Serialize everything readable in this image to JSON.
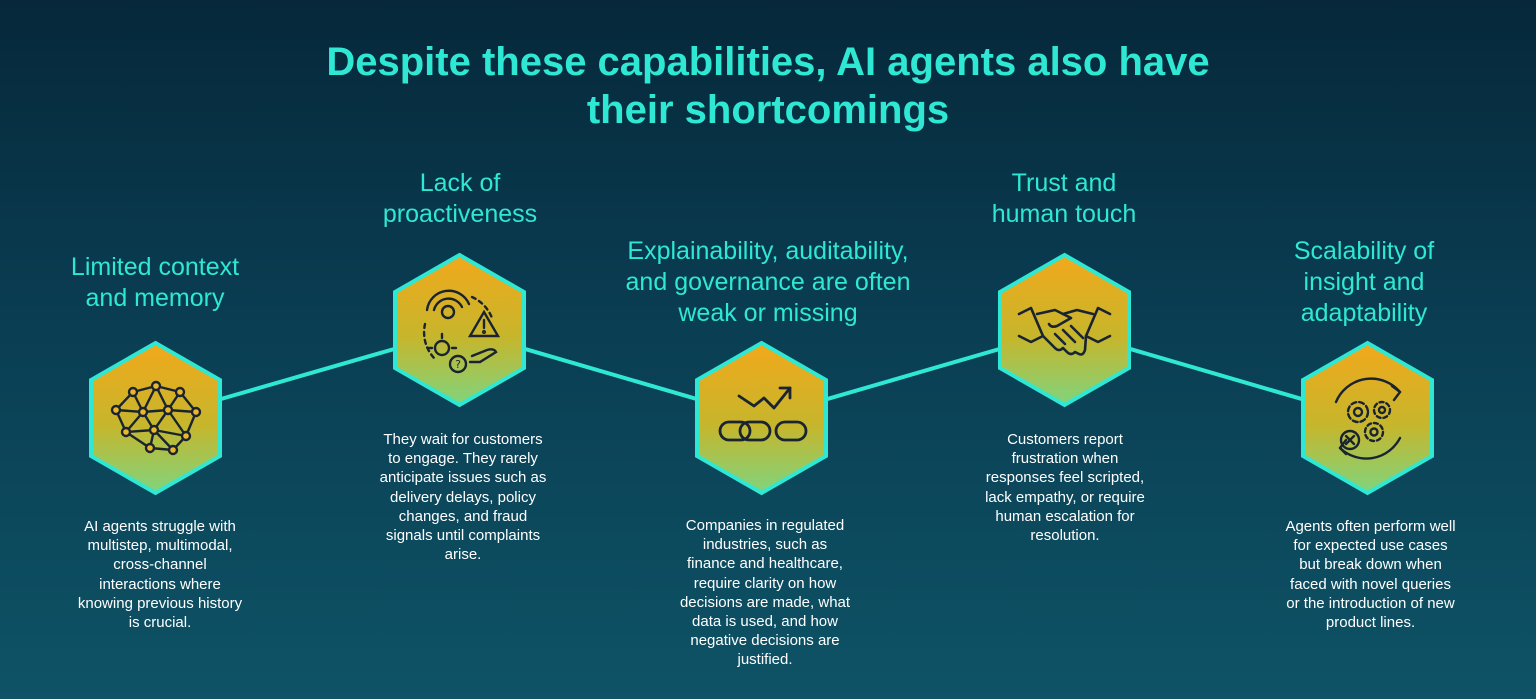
{
  "title": {
    "line1": "Despite these capabilities, AI agents also have",
    "line2": "their shortcomings"
  },
  "colors": {
    "accent": "#2fe8d4",
    "hex_top": "#f2a81b",
    "hex_bottom": "#7fd47e",
    "background": "#0a3d52"
  },
  "items": [
    {
      "heading": [
        "Limited context",
        "and memory"
      ],
      "icon": "neural-network-icon",
      "description": [
        "AI agents struggle with",
        "multistep, multimodal,",
        "cross-channel",
        "interactions where",
        "knowing previous history",
        "is crucial."
      ]
    },
    {
      "heading": [
        "Lack of",
        "proactiveness"
      ],
      "icon": "process-warning-icon",
      "description": [
        "They wait for customers",
        "to engage. They rarely",
        "anticipate issues such as",
        "delivery delays, policy",
        "changes, and fraud",
        "signals until complaints",
        "arise."
      ]
    },
    {
      "heading": [
        "Explainability, auditability,",
        "and governance are often",
        "weak or missing"
      ],
      "icon": "broken-chain-icon",
      "description": [
        "Companies in regulated",
        "industries, such as",
        "finance and healthcare,",
        "require clarity on how",
        "decisions are made, what",
        "data is used, and how",
        "negative decisions are",
        "justified."
      ]
    },
    {
      "heading": [
        "Trust and",
        "human touch"
      ],
      "icon": "handshake-icon",
      "description": [
        "Customers report",
        "frustration when",
        "responses feel scripted,",
        "lack empathy, or require",
        "human escalation for",
        "resolution."
      ]
    },
    {
      "heading": [
        "Scalability of",
        "insight and",
        "adaptability"
      ],
      "icon": "gears-cycle-icon",
      "description": [
        "Agents often perform well",
        "for expected use cases",
        "but break down when",
        "faced with novel queries",
        "or the introduction of new",
        "product lines."
      ]
    }
  ]
}
